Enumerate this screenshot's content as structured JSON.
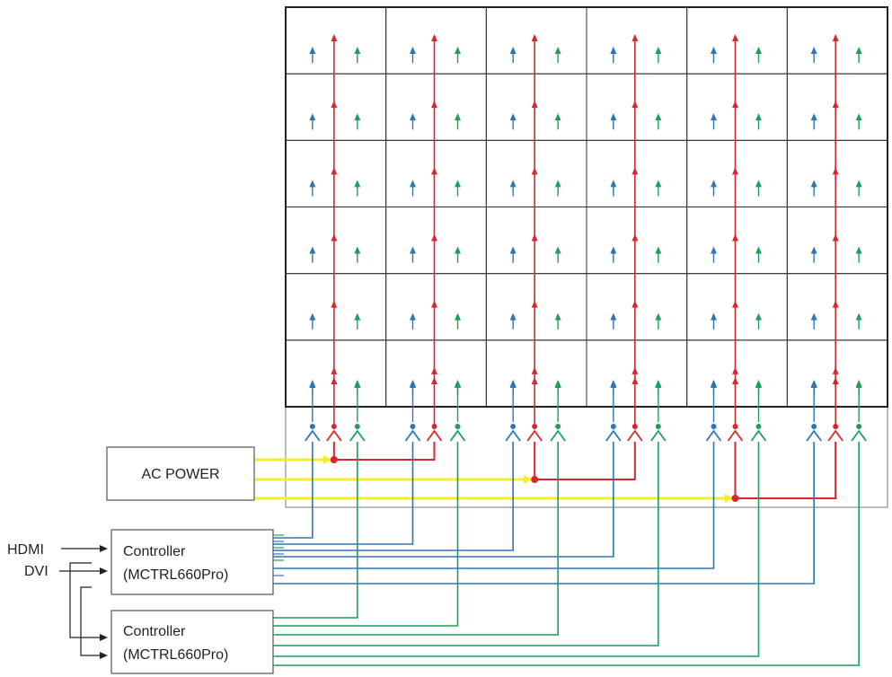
{
  "labels": {
    "ac_power": "AC POWER",
    "hdmi": "HDMI",
    "dvi": "DVI",
    "controller_1": {
      "line1": "Controller",
      "line2": "(MCTRL660Pro)"
    },
    "controller_2": {
      "line1": "Controller",
      "line2": "(MCTRL660Pro)"
    }
  },
  "grid": {
    "columns": 6,
    "rows": 6
  },
  "colors": {
    "blue": "#2e75b6",
    "red": "#d9262c",
    "green": "#1f9e5a",
    "yellow": "#f5ec2a",
    "frame": "#222222",
    "border": "#555555"
  }
}
